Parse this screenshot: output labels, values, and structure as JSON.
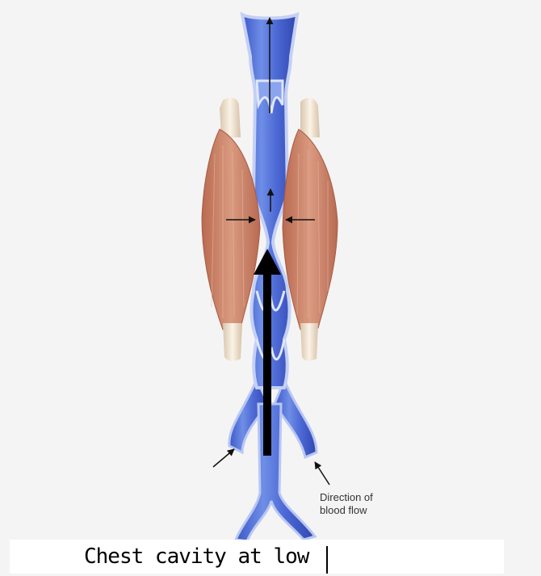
{
  "labels": {
    "blood_flow_line1": "Direction of",
    "blood_flow_line2": "blood flow"
  },
  "caption": {
    "text": "Chest cavity at low"
  },
  "colors": {
    "vein_blue": "#5a78d8",
    "vein_light": "#b9c6f2",
    "muscle": "#cf8f72",
    "tendon": "#efe1cc"
  }
}
